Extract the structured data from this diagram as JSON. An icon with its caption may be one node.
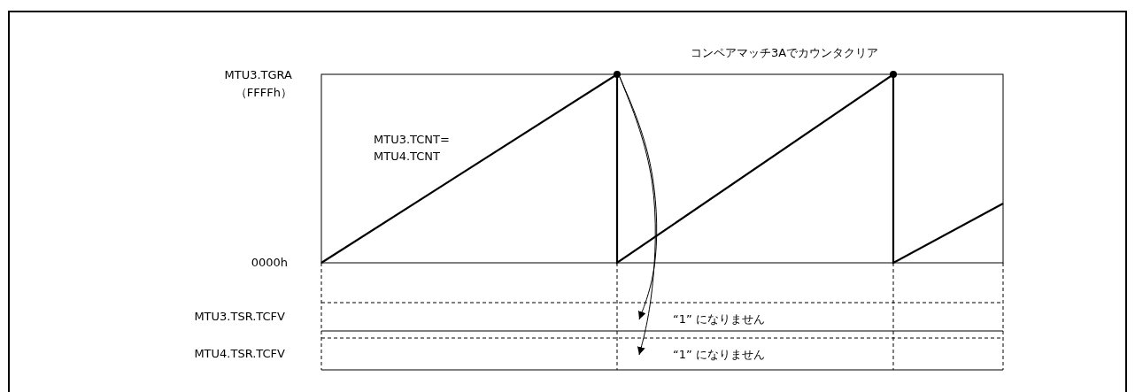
{
  "diagram": {
    "nodes": [
      {
        "text": [],
        "shape": "circle"
      },
      {
        "text": [
          "“1” になりません"
        ]
      },
      {
        "text": [
          "“1” になりません"
        ]
      }
    ],
    "edges": [
      {
        "from": 0,
        "to": 1,
        "arrow": "to"
      },
      {
        "from": 0,
        "to": 2,
        "arrow": "to"
      }
    ],
    "labels": [
      "コンペアマッチ3Aでカウンタクリア",
      "MTU3.TGRA",
      "（FFFFh）",
      "MTU3.TCNT= MTU4.TCNT",
      "0000h",
      "MTU3.TSR.TCFV",
      "MTU4.TSR.TCFV"
    ]
  }
}
